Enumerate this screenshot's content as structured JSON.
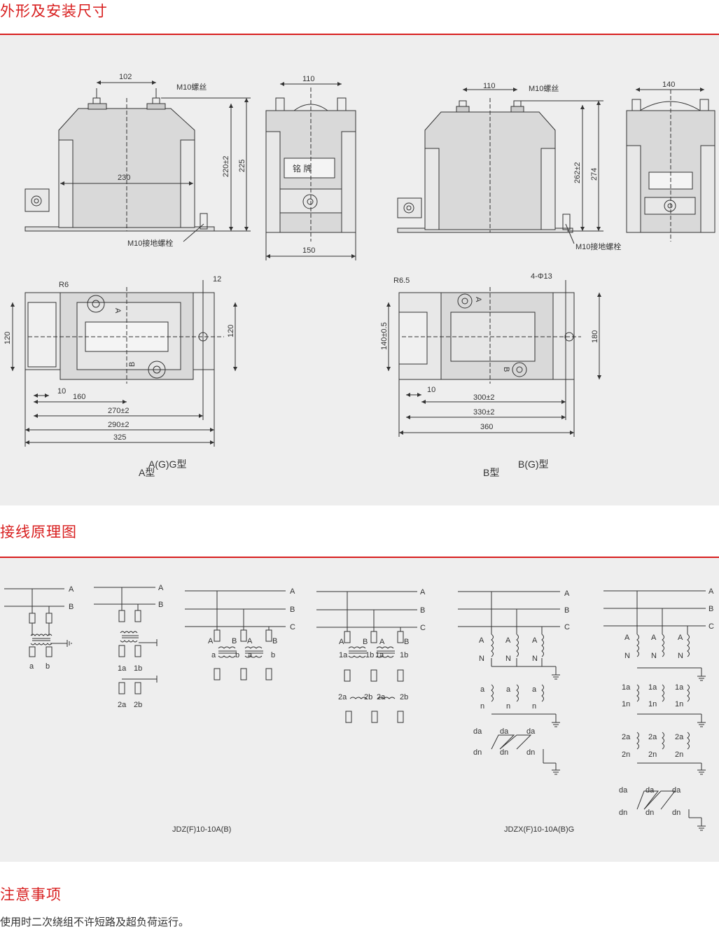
{
  "sections": {
    "dimensions_title": "外形及安装尺寸",
    "wiring_title": "接线原理图",
    "notes_title": "注意事项"
  },
  "notes": {
    "text": "使用时二次绕组不许短路及超负荷运行。"
  },
  "colors": {
    "accent": "#d81e1e",
    "panel_bg": "#eeeeee",
    "body_fill": "#d9d9d9",
    "line": "#333333"
  },
  "dimension_drawings": {
    "type_a": {
      "front": {
        "d_top": "102",
        "bolt": "M10螺丝",
        "h_inner": "220±2",
        "h_total": "225",
        "width_inner": "230",
        "ground_bolt": "M10接地螺栓"
      },
      "side": {
        "top": "110",
        "nameplate": "铭  牌",
        "bottom": "150"
      },
      "plan": {
        "radius": "R6",
        "hole": "12",
        "h_left": "120",
        "h_right": "120",
        "d_10": "10",
        "d_160": "160",
        "d_270": "270±2",
        "d_290": "290±2",
        "d_325": "325",
        "label_a": "A",
        "label_b": "B"
      },
      "caption_main": "A(G)G型",
      "caption_sub": "A型"
    },
    "type_b": {
      "front": {
        "d_top": "110",
        "bolt": "M10螺丝",
        "h_inner": "262±2",
        "h_total": "274",
        "ground_bolt": "M10接地螺栓"
      },
      "side": {
        "top": "140"
      },
      "plan": {
        "radius": "R6.5",
        "holes": "4-Φ13",
        "h_left": "140±0.5",
        "h_right": "180",
        "d_10": "10",
        "d_300": "300±2",
        "d_330": "330±2",
        "d_360": "360",
        "label_a": "A",
        "label_b": "B"
      },
      "caption_main": "B(G)型",
      "caption_sub": "B型"
    }
  },
  "wiring": {
    "phase_a": "A",
    "phase_b": "B",
    "phase_c": "C",
    "sec_a": "a",
    "sec_b": "b",
    "sec_1a": "1a",
    "sec_1b": "1b",
    "sec_2a": "2a",
    "sec_2b": "2b",
    "n_upper": "N",
    "n_lower": "n",
    "sec_1n": "1n",
    "sec_2n": "2n",
    "da": "da",
    "dn": "dn",
    "caption_left": "JDZ(F)10-10A(B)",
    "caption_right": "JDZX(F)10-10A(B)G"
  }
}
